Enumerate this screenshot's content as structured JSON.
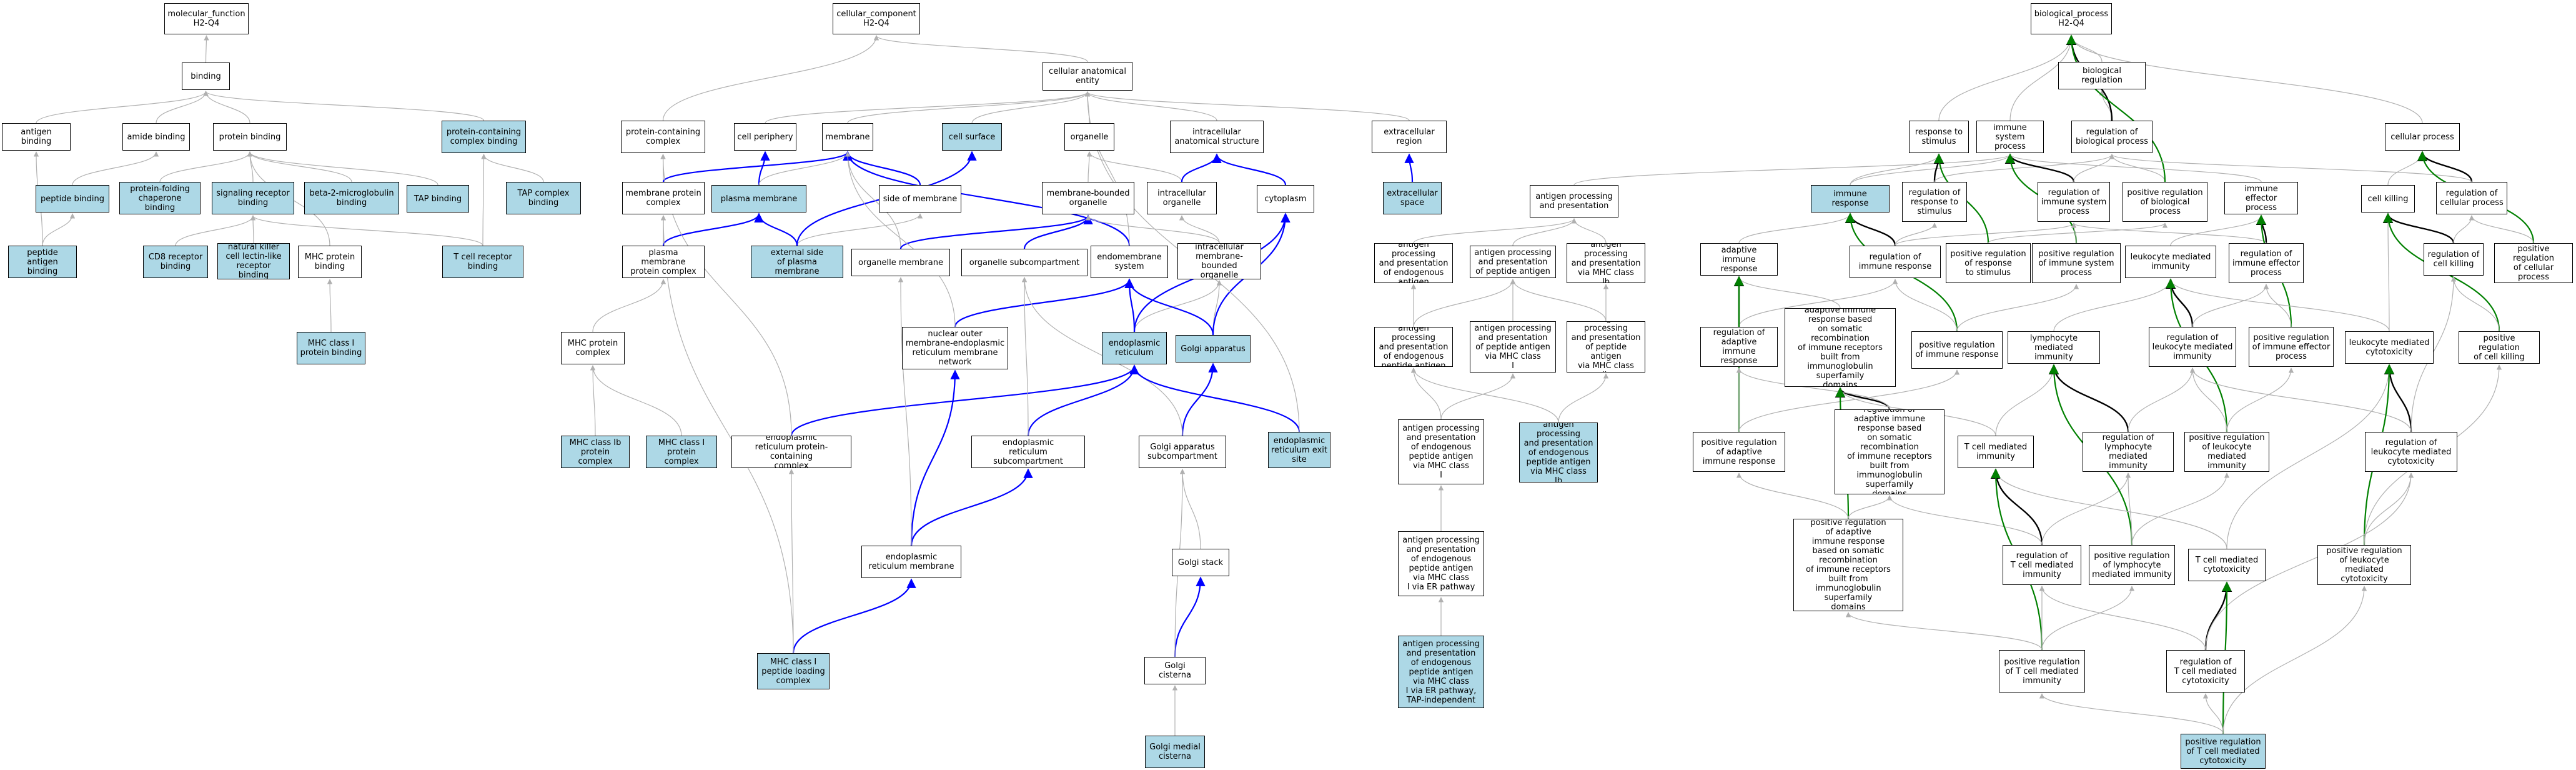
{
  "diagram": {
    "type": "GO term DAG (molecular_function / cellular_component / biological_process)",
    "legend": {},
    "edge_colors": {
      "is_a": "#b0b0b0",
      "part_of": "#0000ff",
      "regulates": "#000000",
      "positively_regulates": "#008000"
    },
    "highlight_color": "#add8e6",
    "nodes": {
      "mf_root": "molecular_function\nH2-Q4",
      "binding": "binding",
      "antigen_binding": "antigen binding",
      "amide_binding": "amide binding",
      "protein_binding": "protein binding",
      "protein_containing_complex_binding": "protein-containing\ncomplex binding",
      "peptide_binding": "peptide binding",
      "protein_folding_chaperone_binding": "protein-folding\nchaperone binding",
      "signaling_receptor_binding": "signaling receptor\nbinding",
      "b2m_binding": "beta-2-microglobulin\nbinding",
      "tap_binding": "TAP binding",
      "tap_complex_binding": "TAP complex\nbinding",
      "peptide_antigen_binding": "peptide antigen\nbinding",
      "cd8_receptor_binding": "CD8 receptor\nbinding",
      "nk_lectin_receptor_binding": "natural killer\ncell lectin-like\nreceptor binding",
      "mhc_protein_binding": "MHC protein\nbinding",
      "tcr_binding": "T cell receptor\nbinding",
      "mhc1_protein_binding": "MHC class I\nprotein binding",
      "cc_root": "cellular_component\nH2-Q4",
      "cae": "cellular anatomical\nentity",
      "protein_containing_complex": "protein-containing\ncomplex",
      "cell_periphery": "cell periphery",
      "membrane": "membrane",
      "cell_surface": "cell surface",
      "organelle": "organelle",
      "intracellular_anatomical_structure": "intracellular\nanatomical structure",
      "extracellular_region": "extracellular\nregion",
      "membrane_protein_complex": "membrane protein\ncomplex",
      "plasma_membrane": "plasma membrane",
      "side_of_membrane": "side of membrane",
      "membrane_bounded_organelle": "membrane-bounded\norganelle",
      "intracellular_organelle": "intracellular\norganelle",
      "cytoplasm": "cytoplasm",
      "extracellular_space": "extracellular\nspace",
      "plasma_membrane_protein_complex": "plasma membrane\nprotein complex",
      "external_side_pm": "external side\nof plasma membrane",
      "organelle_membrane": "organelle membrane",
      "organelle_subcompartment": "organelle subcompartment",
      "endomembrane_system": "endomembrane\nsystem",
      "intracellular_mbo": "intracellular\nmembrane-bounded\norganelle",
      "mhc_protein_complex": "MHC protein\ncomplex",
      "nuclear_outer_membrane": "nuclear outer\nmembrane-endoplasmic\nreticulum membrane\nnetwork",
      "er": "endoplasmic\nreticulum",
      "golgi_apparatus": "Golgi apparatus",
      "mhc1b_complex": "MHC class Ib\nprotein complex",
      "mhc1_complex": "MHC class I\nprotein complex",
      "er_protein_containing_complex": "endoplasmic\nreticulum protein-containing\ncomplex",
      "er_subcompartment": "endoplasmic\nreticulum subcompartment",
      "golgi_subcompartment": "Golgi apparatus\nsubcompartment",
      "er_exit_site": "endoplasmic\nreticulum exit\nsite",
      "er_membrane": "endoplasmic\nreticulum membrane",
      "golgi_stack": "Golgi stack",
      "golgi_cisterna": "Golgi cisterna",
      "mhc1_peptide_loading_complex": "MHC class I\npeptide loading\ncomplex",
      "golgi_medial_cisterna": "Golgi medial\ncisterna",
      "antigen_processing_presentation": "antigen processing\nand presentation",
      "app_endogenous_antigen": "antigen processing\nand presentation\nof endogenous\nantigen",
      "app_peptide_antigen": "antigen processing\nand presentation\nof peptide antigen",
      "app_mhc1b": "antigen processing\nand presentation\nvia MHC class\nIb",
      "app_endogenous_peptide": "antigen processing\nand presentation\nof endogenous\npeptide antigen",
      "app_peptide_mhc1": "antigen processing\nand presentation\nof peptide antigen\nvia MHC class\nI",
      "app_peptide_mhc1b": "antigen processing\nand presentation\nof peptide antigen\nvia MHC class\nIb",
      "app_endo_peptide_mhc1": "antigen processing\nand presentation\nof endogenous\npeptide antigen\nvia MHC class\nI",
      "app_endo_peptide_mhc1b": "antigen processing\nand presentation\nof endogenous\npeptide antigen\nvia MHC class\nIb",
      "app_endo_peptide_mhc1_er": "antigen processing\nand presentation\nof endogenous\npeptide antigen\nvia MHC class\nI via ER pathway",
      "app_endo_peptide_mhc1_er_tap": "antigen processing\nand presentation\nof endogenous\npeptide antigen\nvia MHC class\nI via ER pathway,\nTAP-independent",
      "bp_root": "biological_process\nH2-Q4",
      "biological_regulation": "biological regulation",
      "response_to_stimulus": "response to\nstimulus",
      "immune_system_process": "immune system\nprocess",
      "regulation_biological_process": "regulation of\nbiological process",
      "cellular_process": "cellular process",
      "immune_response": "immune response",
      "reg_response_stimulus": "regulation of\nresponse to\nstimulus",
      "reg_immune_system_process": "regulation of\nimmune system\nprocess",
      "pos_reg_biological_process": "positive regulation\nof biological\nprocess",
      "immune_effector_process": "immune effector\nprocess",
      "cell_killing": "cell killing",
      "reg_cellular_process": "regulation of\ncellular process",
      "adaptive_immune_response": "adaptive immune\nresponse",
      "reg_immune_response": "regulation of\nimmune response",
      "pos_reg_response_stimulus": "positive regulation\nof response\nto stimulus",
      "pos_reg_immune_system_process": "positive regulation\nof immune system\nprocess",
      "leukocyte_mediated_immunity": "leukocyte mediated\nimmunity",
      "reg_immune_effector_process": "regulation of\nimmune effector\nprocess",
      "reg_cell_killing": "regulation of\ncell killing",
      "pos_reg_cellular_process": "positive regulation\nof cellular\nprocess",
      "reg_adaptive_immune_response": "regulation of\nadaptive immune\nresponse",
      "adaptive_somatic": "adaptive immune\nresponse based\non somatic recombination\nof immune receptors\nbuilt from immunoglobulin\nsuperfamily\ndomains",
      "pos_reg_immune_response": "positive regulation\nof immune response",
      "lymphocyte_mediated_immunity": "lymphocyte mediated\nimmunity",
      "reg_leukocyte_mediated_immunity": "regulation of\nleukocyte mediated\nimmunity",
      "pos_reg_immune_effector_process": "positive regulation\nof immune effector\nprocess",
      "leukocyte_mediated_cytotoxicity": "leukocyte mediated\ncytotoxicity",
      "pos_reg_cell_killing": "positive regulation\nof cell killing",
      "pos_reg_adaptive_immune_response": "positive regulation\nof adaptive\nimmune response",
      "reg_adaptive_somatic": "regulation of\nadaptive immune\nresponse based\non somatic recombination\nof immune receptors\nbuilt from immunoglobulin\nsuperfamily\ndomains",
      "t_cell_mediated_immunity": "T cell mediated\nimmunity",
      "reg_lymphocyte_mediated_immunity": "regulation of\nlymphocyte mediated\nimmunity",
      "pos_reg_leukocyte_mediated_immunity": "positive regulation\nof leukocyte\nmediated immunity",
      "reg_leukocyte_mediated_cytotoxicity": "regulation of\nleukocyte mediated\ncytotoxicity",
      "pos_reg_adaptive_somatic": "positive regulation\nof adaptive\nimmune response\nbased on somatic\nrecombination\nof immune receptors\nbuilt from immunoglobulin\nsuperfamily\ndomains",
      "reg_t_cell_mediated_immunity": "regulation of\nT cell mediated\nimmunity",
      "pos_reg_lymphocyte_mediated_immunity": "positive regulation\nof lymphocyte\nmediated immunity",
      "t_cell_mediated_cytotoxicity": "T cell mediated\ncytotoxicity",
      "pos_reg_leukocyte_mediated_cytotoxicity": "positive regulation\nof leukocyte\nmediated cytotoxicity",
      "pos_reg_t_cell_mediated_immunity": "positive regulation\nof T cell mediated\nimmunity",
      "reg_t_cell_mediated_cytotoxicity": "regulation of\nT cell mediated\ncytotoxicity",
      "pos_reg_t_cell_mediated_cytotoxicity": "positive regulation\nof T cell mediated\ncytotoxicity"
    }
  }
}
